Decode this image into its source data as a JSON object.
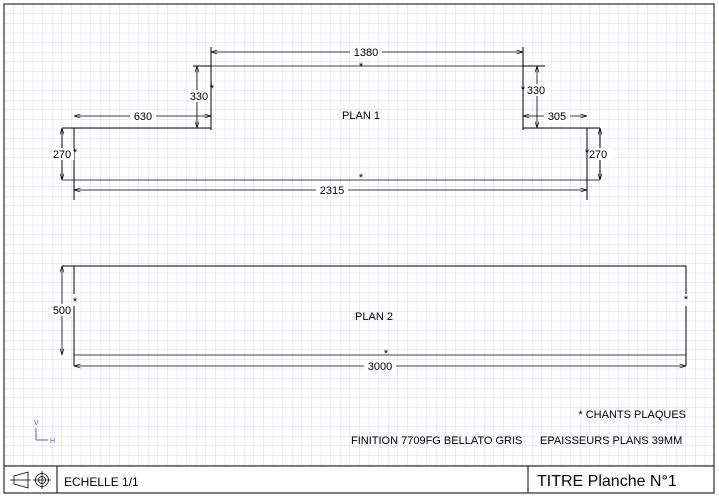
{
  "plan1": {
    "label": "PLAN 1",
    "dim_top_width": "1380",
    "dim_left_step_width": "630",
    "dim_right_step_width": "305",
    "dim_left_step_height": "330",
    "dim_right_step_height": "330",
    "dim_left_height": "270",
    "dim_right_height": "270",
    "dim_total_width": "2315",
    "marker": "*"
  },
  "plan2": {
    "label": "PLAN 2",
    "dim_height": "500",
    "dim_total_width": "3000",
    "marker": "*"
  },
  "notes": {
    "chants": "* CHANTS PLAQUES",
    "finition": "FINITION 7709FG BELLATO GRIS",
    "epaisseur": "EPAISSEURS PLANS 39MM"
  },
  "axis_indicator": {
    "v": "V",
    "h": "H"
  },
  "title_bar": {
    "scale": "ECHELLE 1/1",
    "title": "TITRE Planche N°1"
  },
  "colors": {
    "grid": "#c9c9f0",
    "line": "#000000",
    "axis_indicator": "#5a5acc"
  }
}
